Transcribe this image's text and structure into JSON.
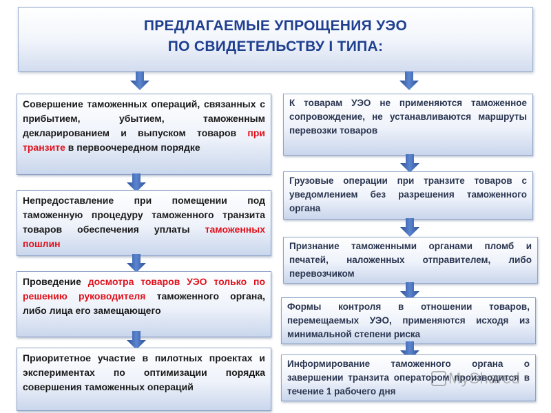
{
  "title": {
    "line1": "ПРЕДЛАГАЕМЫЕ УПРОЩЕНИЯ УЭО",
    "line2": "ПО СВИДЕТЕЛЬСТВУ  I ТИПА:"
  },
  "left_column": [
    {
      "before": "Совершение таможенных операций, связанных с прибытием, убытием, таможенным декларированием и выпуском товаров ",
      "highlight": "при транзите",
      "after": " в первоочередном порядке"
    },
    {
      "before": "Непредоставление при помещении под таможенную процедуру таможенного транзита товаров обеспечения уплаты ",
      "highlight": "таможенных пошлин",
      "after": ""
    },
    {
      "before": "Проведение ",
      "highlight": "досмотра товаров УЭО только по решению руководителя",
      "after": " таможенного органа, либо лица его замещающего"
    },
    {
      "before": "Приоритетное участие в пилотных проектах и экспериментах по оптимизации порядка совершения таможенных операций",
      "highlight": "",
      "after": ""
    }
  ],
  "right_column": [
    {
      "text": "К товарам УЭО не применяются таможенное сопровождение, не устанавливаются маршруты перевозки товаров"
    },
    {
      "text": "Грузовые операции при транзите товаров с уведомлением без разрешения таможенного органа"
    },
    {
      "text": "Признание таможенными органами пломб и печатей, наложенных отправителем, либо перевозчиком"
    },
    {
      "text": "Формы контроля в отношении товаров, перемещаемых УЭО, применяются исходя из минимальной степени риска"
    },
    {
      "text": "Информирование таможенного органа о завершении транзита оператором производится в течение 1 рабочего дня"
    }
  ],
  "watermark": "MyShared",
  "colors": {
    "title": "#1f3f8f",
    "highlight": "#e0101a",
    "arrow": "#3f68b5",
    "box_border": "#8ea3c7"
  },
  "icons": [
    "down-arrow-icon"
  ]
}
